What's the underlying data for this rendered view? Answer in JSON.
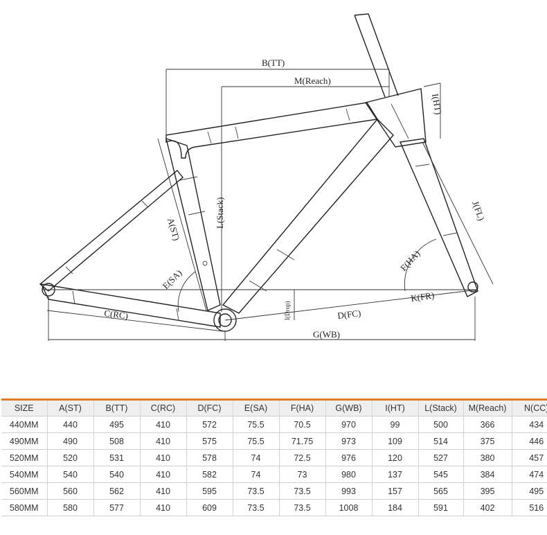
{
  "diagram": {
    "labels": {
      "tt": "B(TT)",
      "reach": "M(Reach)",
      "ht": "I(HT)",
      "stack": "L(Stack)",
      "st": "A(ST)",
      "sa": "E(SA)",
      "fl": "J(FL)",
      "ha": "F(HA)",
      "fr": "K(FR)",
      "drop": "I(Drop)",
      "fc": "D(FC)",
      "rc": "C(RC)",
      "wb": "G(WB)"
    }
  },
  "table": {
    "headers": [
      "SIZE",
      "A(ST)",
      "B(TT)",
      "C(RC)",
      "D(FC)",
      "E(SA)",
      "F(HA)",
      "G(WB)",
      "I(HT)",
      "L(Stack)",
      "M(Reach)",
      "N(CC)"
    ],
    "rows": [
      [
        "440MM",
        "440",
        "495",
        "410",
        "572",
        "75.5",
        "70.5",
        "970",
        "99",
        "500",
        "366",
        "434"
      ],
      [
        "490MM",
        "490",
        "508",
        "410",
        "575",
        "75.5",
        "71.75",
        "973",
        "109",
        "514",
        "375",
        "446"
      ],
      [
        "520MM",
        "520",
        "531",
        "410",
        "578",
        "74",
        "72.5",
        "976",
        "120",
        "527",
        "380",
        "457"
      ],
      [
        "540MM",
        "540",
        "540",
        "410",
        "582",
        "74",
        "73",
        "980",
        "137",
        "545",
        "384",
        "474"
      ],
      [
        "560MM",
        "560",
        "562",
        "410",
        "595",
        "73.5",
        "73.5",
        "993",
        "157",
        "565",
        "395",
        "495"
      ],
      [
        "580MM",
        "580",
        "577",
        "410",
        "609",
        "73.5",
        "73.5",
        "1008",
        "184",
        "591",
        "402",
        "516"
      ]
    ]
  }
}
